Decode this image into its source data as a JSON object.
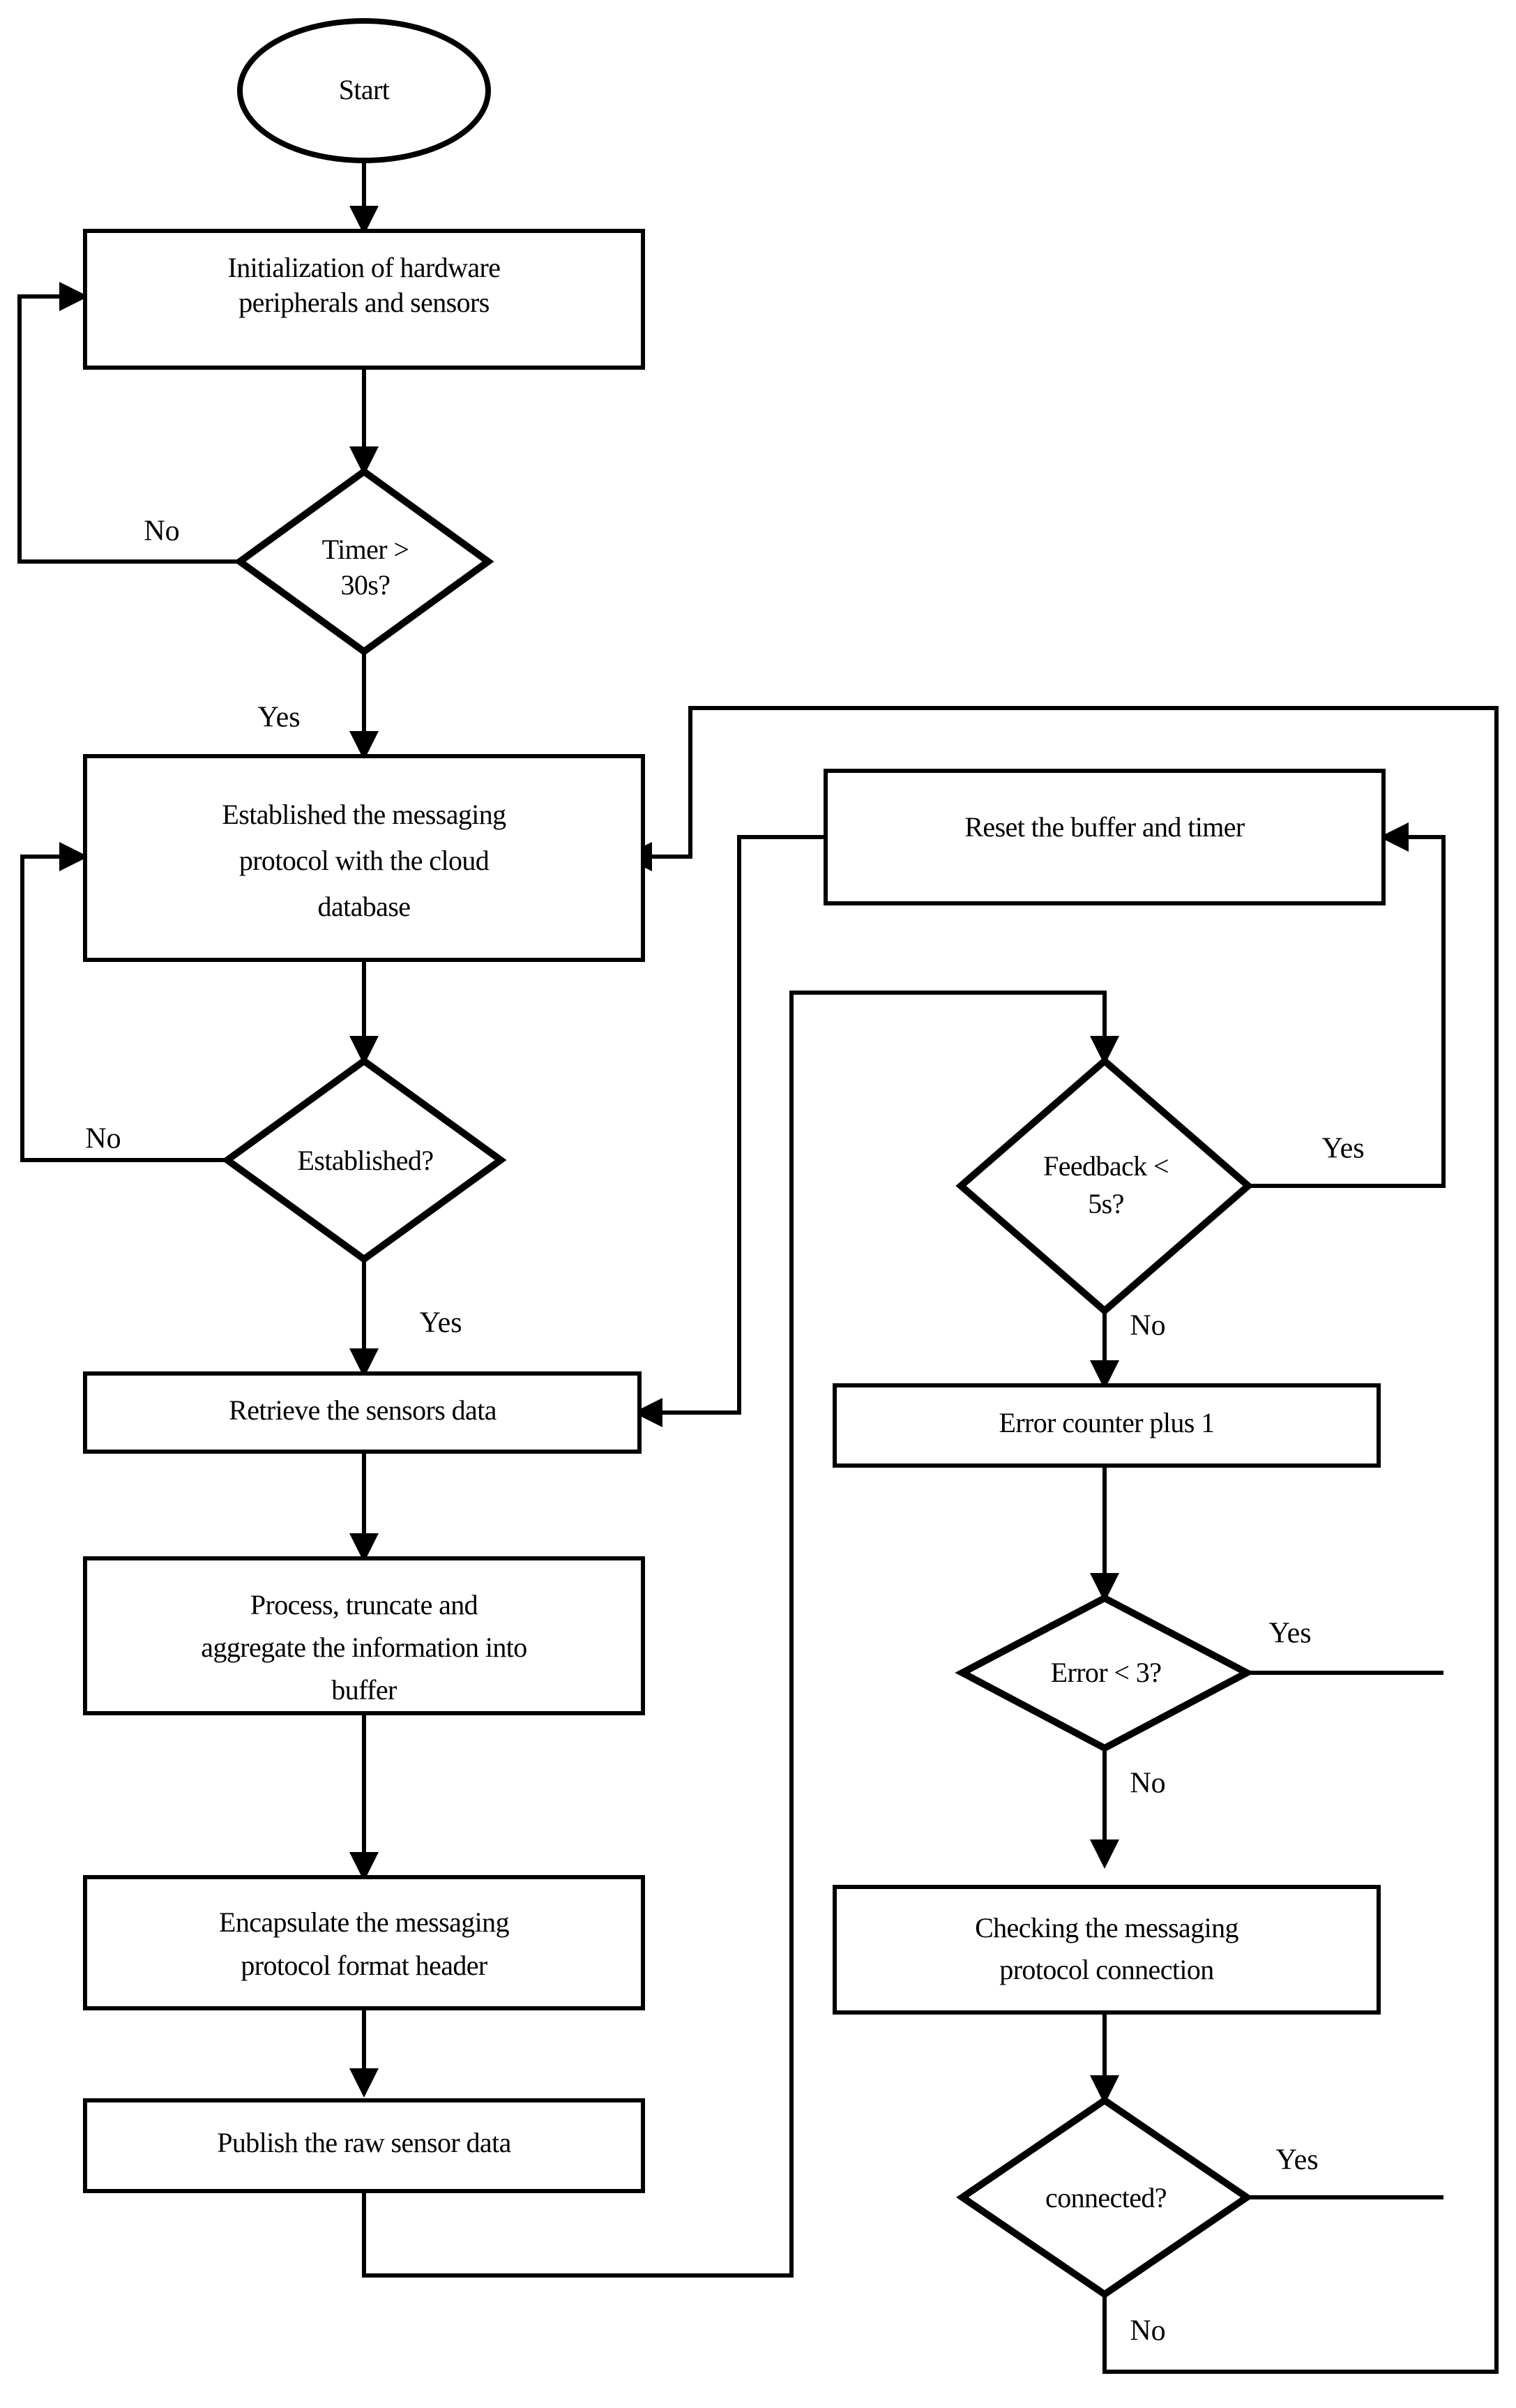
{
  "diagram": {
    "title": "IoT sensor data publishing flowchart",
    "colors": {
      "stroke": "#000000",
      "fill": "#ffffff",
      "text": "#000000"
    },
    "nodes": {
      "start": {
        "type": "terminator",
        "label": "Start"
      },
      "init": {
        "type": "process",
        "line1": "Initialization of hardware",
        "line2": "peripherals and sensors"
      },
      "timer": {
        "type": "decision",
        "line1": "Timer >",
        "line2": "30s?"
      },
      "establish": {
        "type": "process",
        "line1": "Established the messaging",
        "line2": "protocol with the cloud",
        "line3": "database"
      },
      "established_q": {
        "type": "decision",
        "line1": "Established?"
      },
      "retrieve": {
        "type": "process",
        "line1": "Retrieve the sensors data"
      },
      "process_agg": {
        "type": "process",
        "line1": "Process, truncate and",
        "line2": "aggregate the information into",
        "line3": "buffer"
      },
      "encapsulate": {
        "type": "process",
        "line1": "Encapsulate the messaging",
        "line2": "protocol format header"
      },
      "publish": {
        "type": "process",
        "line1": "Publish the raw sensor data"
      },
      "reset": {
        "type": "process",
        "line1": "Reset the buffer and timer"
      },
      "feedback": {
        "type": "decision",
        "line1": "Feedback <",
        "line2": "5s?"
      },
      "error_counter": {
        "type": "process",
        "line1": "Error counter plus 1"
      },
      "error_q": {
        "type": "decision",
        "line1": "Error < 3?"
      },
      "checking": {
        "type": "process",
        "line1": "Checking the messaging",
        "line2": "protocol connection"
      },
      "connected_q": {
        "type": "decision",
        "line1": "connected?"
      }
    },
    "edge_labels": {
      "timer_no": "No",
      "timer_yes": "Yes",
      "established_no": "No",
      "established_yes": "Yes",
      "feedback_yes": "Yes",
      "feedback_no": "No",
      "error_yes": "Yes",
      "error_no": "No",
      "connected_yes": "Yes",
      "connected_no": "No"
    }
  }
}
